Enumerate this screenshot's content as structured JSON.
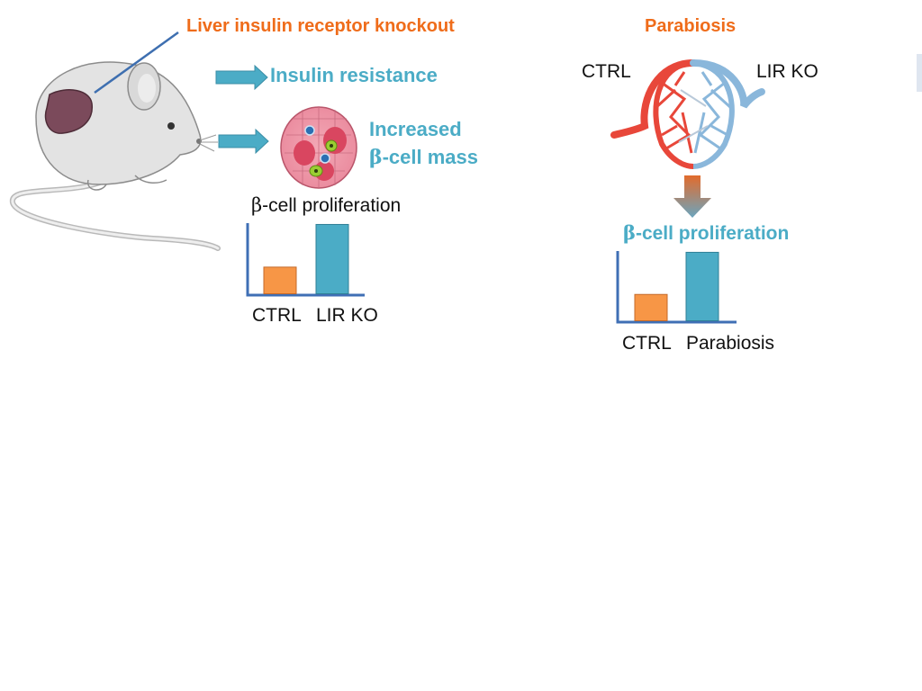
{
  "titles": {
    "left": "Liver insulin receptor knockout",
    "right": "Parabiosis"
  },
  "outcomes": {
    "insulin_resistance": "Insulin resistance",
    "increased_line1": "Increased",
    "increased_line2_suffix": "-cell mass",
    "beta_symbol": "β"
  },
  "parabiosis": {
    "left_label": "CTRL",
    "right_label": "LIR KO"
  },
  "colors": {
    "title_orange": "#ef6c1a",
    "teal": "#4bacc6",
    "ctrl_bar": "#f79646",
    "ko_bar": "#4bacc6",
    "axis": "#3f6fb5",
    "artery_red": "#e8473a",
    "vein_blue": "#8ab7db"
  },
  "chart_data": [
    {
      "type": "bar",
      "title_symbol": "β",
      "title_suffix": "-cell proliferation",
      "categories": [
        "CTRL",
        "LIR KO"
      ],
      "values": [
        1,
        2.6
      ],
      "ylim": [
        0,
        2.7
      ],
      "grid": false
    },
    {
      "type": "bar",
      "title_symbol": "β",
      "title_suffix": "-cell proliferation",
      "categories": [
        "CTRL",
        "Parabiosis"
      ],
      "values": [
        1,
        2.6
      ],
      "ylim": [
        0,
        2.7
      ],
      "grid": false
    }
  ]
}
